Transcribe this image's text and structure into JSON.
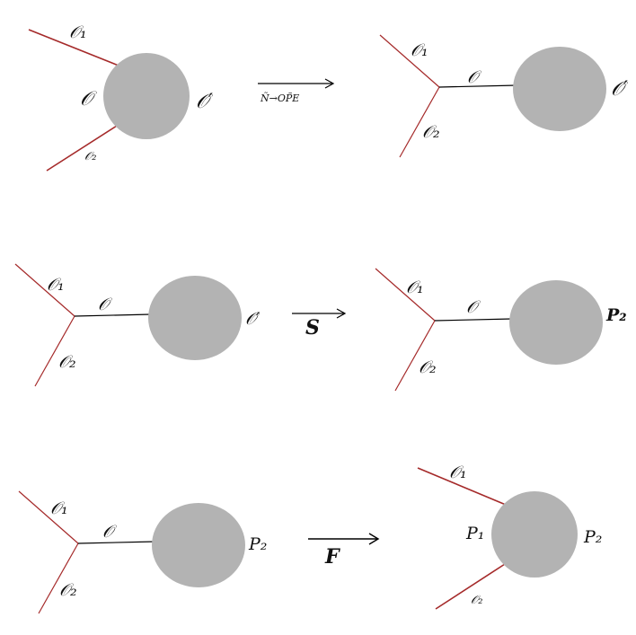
{
  "colors": {
    "blob": "#b3b3b3",
    "red_line": "#a52a2a",
    "black_line": "#000000",
    "text": "#111111",
    "background": "#ffffff"
  },
  "labels": {
    "o1": "𝒪₁",
    "o2": "𝒪₂",
    "o": "𝒪",
    "o_prime": "𝒪′",
    "p1": "P₁",
    "p2": "P₂"
  },
  "arrows": {
    "ope": "Ñ→OP̃E",
    "s": "S",
    "f": "F"
  }
}
